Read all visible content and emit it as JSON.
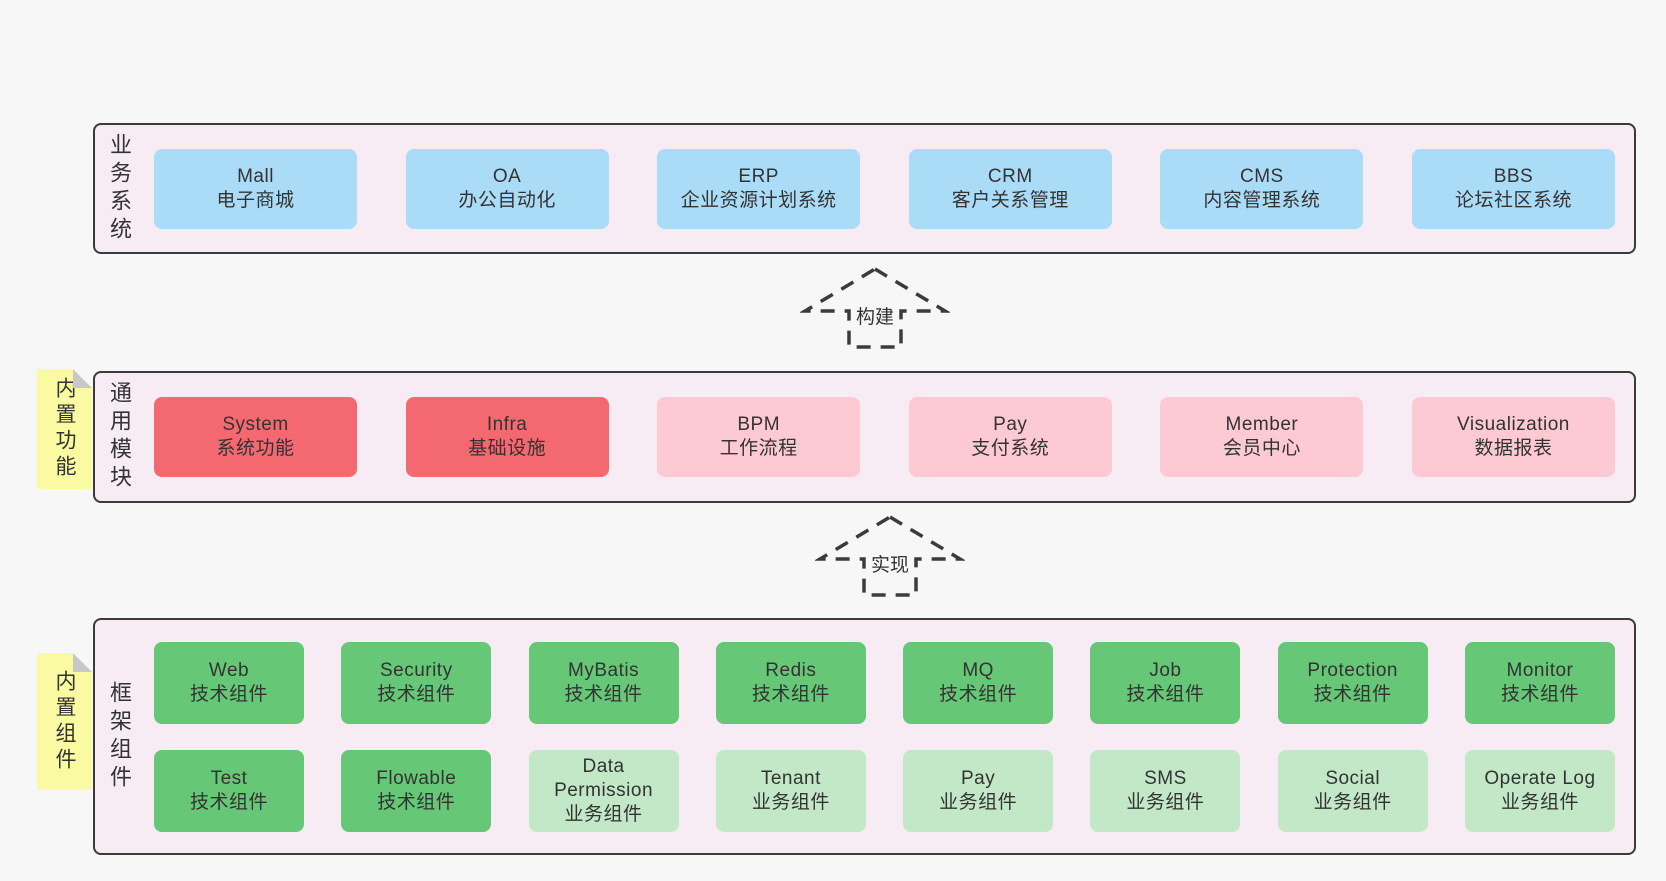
{
  "colors": {
    "page_bg": "#f7f7f7",
    "band_bg": "#f7ecf4",
    "band_border": "#3b3b3b",
    "blue": "#abdcf7",
    "red": "#f4696f",
    "pink": "#fdc9d3",
    "green_dark": "#66c777",
    "green_light": "#c3e8c8",
    "sticky": "#fafaa2",
    "sticky_fold": "#c8c8c8",
    "text": "#333333"
  },
  "arrows": {
    "build": {
      "label": "构建"
    },
    "implement": {
      "label": "实现"
    }
  },
  "bands": {
    "business": {
      "label": "业务系统",
      "boxes": [
        {
          "en": "Mall",
          "zh": "电子商城"
        },
        {
          "en": "OA",
          "zh": "办公自动化"
        },
        {
          "en": "ERP",
          "zh": "企业资源计划系统"
        },
        {
          "en": "CRM",
          "zh": "客户关系管理"
        },
        {
          "en": "CMS",
          "zh": "内容管理系统"
        },
        {
          "en": "BBS",
          "zh": "论坛社区系统"
        }
      ]
    },
    "modules": {
      "label": "通用模块",
      "sticky": "内置功能",
      "boxes": [
        {
          "en": "System",
          "zh": "系统功能",
          "variant": "red"
        },
        {
          "en": "Infra",
          "zh": "基础设施",
          "variant": "red"
        },
        {
          "en": "BPM",
          "zh": "工作流程",
          "variant": "pink"
        },
        {
          "en": "Pay",
          "zh": "支付系统",
          "variant": "pink"
        },
        {
          "en": "Member",
          "zh": "会员中心",
          "variant": "pink"
        },
        {
          "en": "Visualization",
          "zh": "数据报表",
          "variant": "pink"
        }
      ]
    },
    "framework": {
      "label": "框架组件",
      "sticky": "内置组件",
      "row1": [
        {
          "en": "Web",
          "zh": "技术组件",
          "variant": "green"
        },
        {
          "en": "Security",
          "zh": "技术组件",
          "variant": "green"
        },
        {
          "en": "MyBatis",
          "zh": "技术组件",
          "variant": "green"
        },
        {
          "en": "Redis",
          "zh": "技术组件",
          "variant": "green"
        },
        {
          "en": "MQ",
          "zh": "技术组件",
          "variant": "green"
        },
        {
          "en": "Job",
          "zh": "技术组件",
          "variant": "green"
        },
        {
          "en": "Protection",
          "zh": "技术组件",
          "variant": "green"
        },
        {
          "en": "Monitor",
          "zh": "技术组件",
          "variant": "green"
        }
      ],
      "row2": [
        {
          "en": "Test",
          "zh": "技术组件",
          "variant": "green"
        },
        {
          "en": "Flowable",
          "zh": "技术组件",
          "variant": "green"
        },
        {
          "en": "Data Permission",
          "zh": "业务组件",
          "variant": "green-light"
        },
        {
          "en": "Tenant",
          "zh": "业务组件",
          "variant": "green-light"
        },
        {
          "en": "Pay",
          "zh": "业务组件",
          "variant": "green-light"
        },
        {
          "en": "SMS",
          "zh": "业务组件",
          "variant": "green-light"
        },
        {
          "en": "Social",
          "zh": "业务组件",
          "variant": "green-light"
        },
        {
          "en": "Operate Log",
          "zh": "业务组件",
          "variant": "green-light"
        }
      ]
    }
  }
}
